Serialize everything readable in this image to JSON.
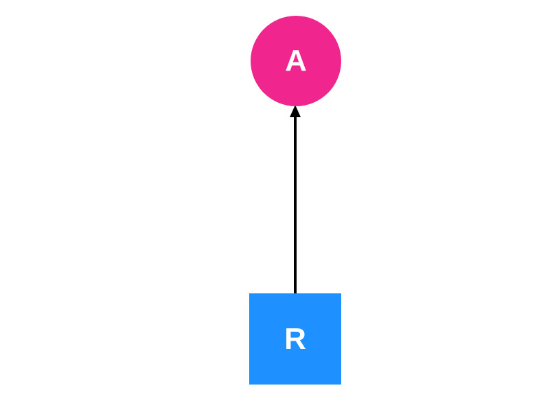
{
  "diagram": {
    "type": "directed-graph",
    "background": "#ffffff",
    "nodes": [
      {
        "id": "A",
        "label": "A",
        "shape": "circle",
        "color": "#F0268E",
        "text_color": "#ffffff"
      },
      {
        "id": "R",
        "label": "R",
        "shape": "square",
        "color": "#1E90FF",
        "text_color": "#ffffff"
      }
    ],
    "edges": [
      {
        "from": "R",
        "to": "A",
        "color": "#000000",
        "style": "solid",
        "arrowhead": "filled-triangle",
        "direction": "up"
      }
    ]
  }
}
